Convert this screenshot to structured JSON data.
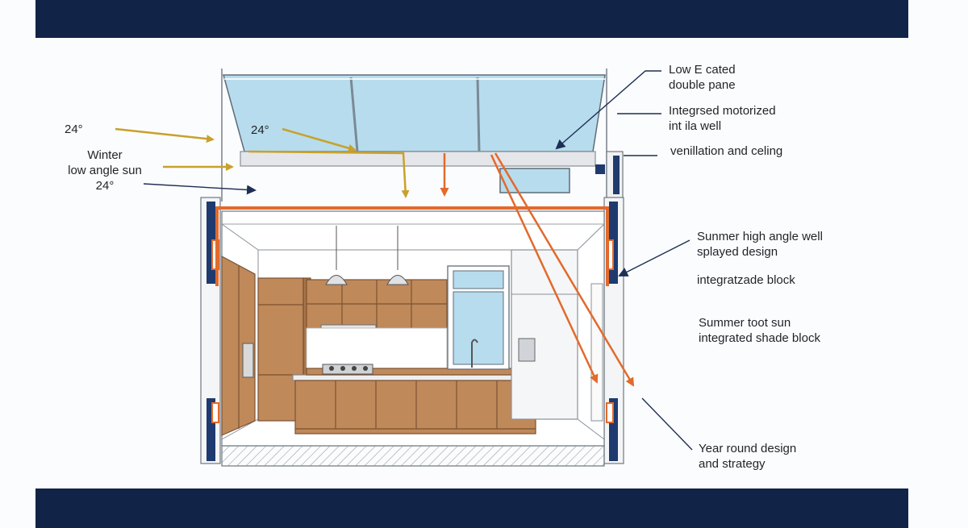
{
  "colors": {
    "band": "#112447",
    "winter_sun": "#c9a12a",
    "summer_sun": "#e26a2c",
    "frame_blue": "#1f3a6e",
    "glass": "#b7dced",
    "cabinet": "#c0895a",
    "leader": "#1e2f55"
  },
  "labels": {
    "angle_left": "24°",
    "angle_inner": "24°",
    "winter_line1": "Winter",
    "winter_line2": "low angle sun",
    "winter_line3": "24°",
    "low_e_line1": "Low E cated",
    "low_e_line2": "double pane",
    "motorized_line1": "Integrsed motorized",
    "motorized_line2": "int ila well",
    "ventilation": "venillation and celing",
    "summer_high_line1": "Sunmer high angle well",
    "summer_high_line2": "splayed design",
    "integratzade": "integratzade block",
    "summer_toot_line1": "Summer toot sun",
    "summer_toot_line2": "integrated shade block",
    "year_round_line1": "Year round design",
    "year_round_line2": "and strategy"
  },
  "icons": [
    "winter-sun-ray-arrow",
    "summer-sun-ray-arrow",
    "pendant-lamp-icon",
    "faucet-icon",
    "stove-icon",
    "oven-icon",
    "fridge-dispenser-icon"
  ]
}
